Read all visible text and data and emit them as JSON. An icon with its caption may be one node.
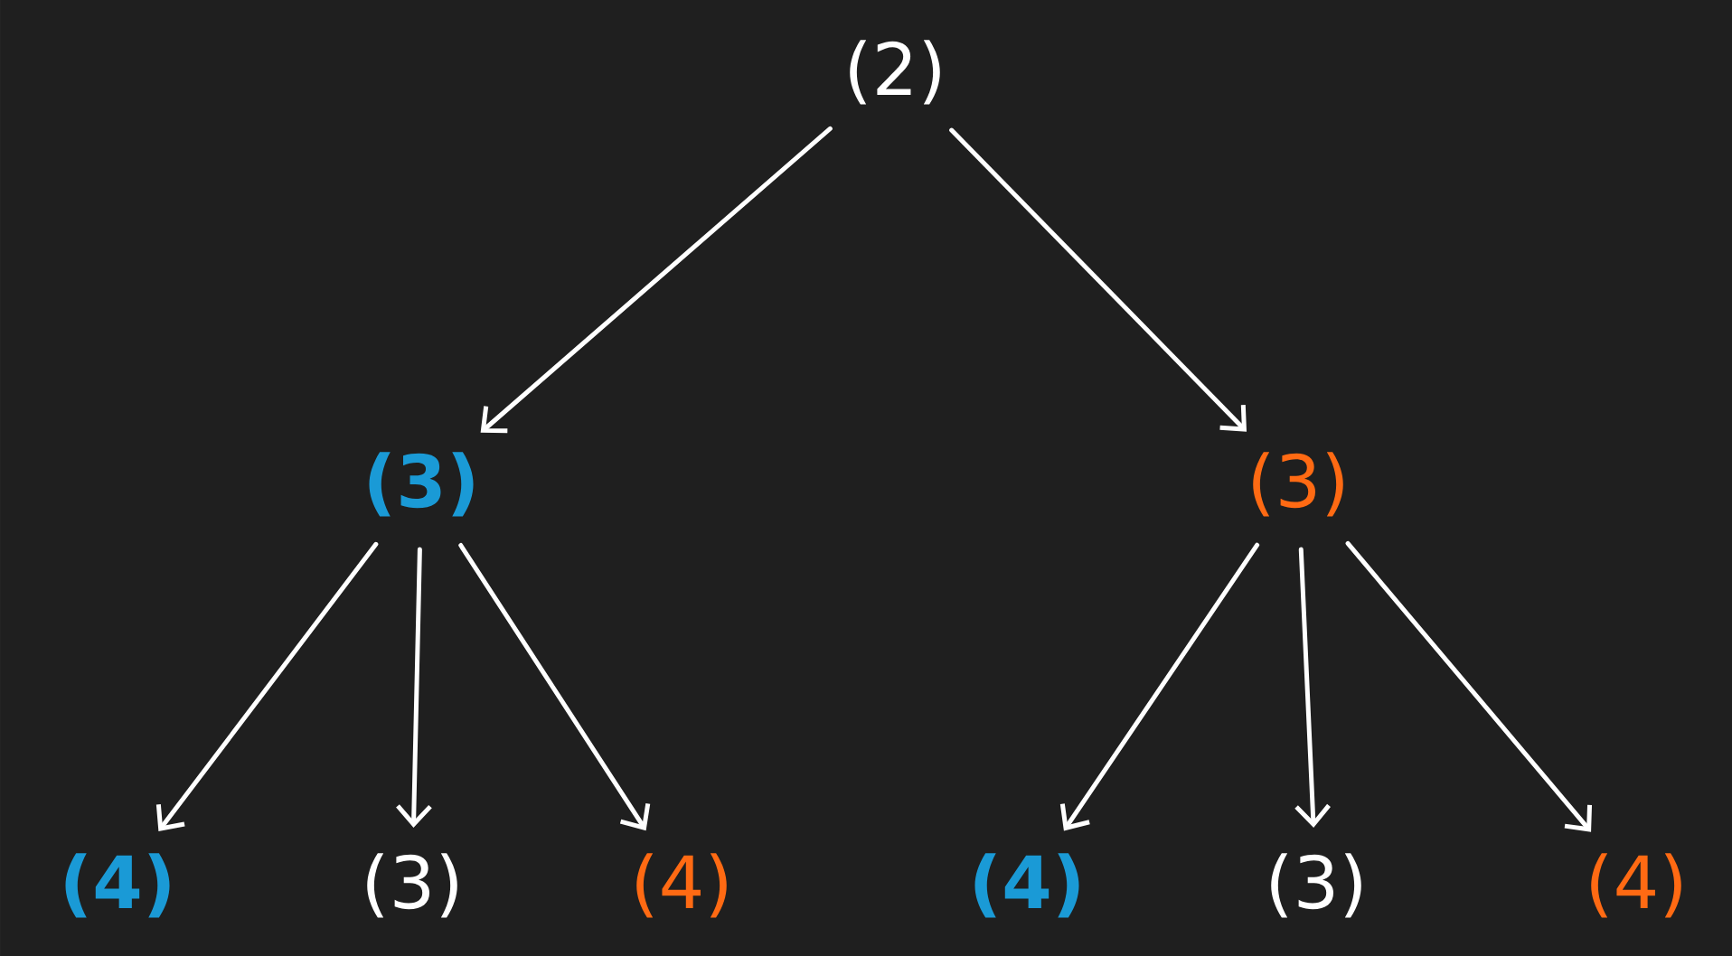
{
  "diagram": {
    "nodes": [
      {
        "text": [
          "(2)"
        ]
      },
      {
        "text": [
          "(3)"
        ]
      },
      {
        "text": [
          "(3)"
        ]
      },
      {
        "text": [
          "(4)"
        ]
      },
      {
        "text": [
          "(3)"
        ]
      },
      {
        "text": [
          "(4)"
        ]
      },
      {
        "text": [
          "(4)"
        ]
      },
      {
        "text": [
          "(3)"
        ]
      },
      {
        "text": [
          "(4)"
        ]
      }
    ],
    "edges": [
      {
        "from": 0,
        "to": 1,
        "arrow": "to"
      },
      {
        "from": 0,
        "to": 2,
        "arrow": "to"
      },
      {
        "from": 1,
        "to": 3,
        "arrow": "to"
      },
      {
        "from": 1,
        "to": 4,
        "arrow": "to"
      },
      {
        "from": 1,
        "to": 5,
        "arrow": "to"
      },
      {
        "from": 2,
        "to": 6,
        "arrow": "to"
      },
      {
        "from": 2,
        "to": 7,
        "arrow": "to"
      },
      {
        "from": 2,
        "to": 8,
        "arrow": "to"
      }
    ]
  }
}
